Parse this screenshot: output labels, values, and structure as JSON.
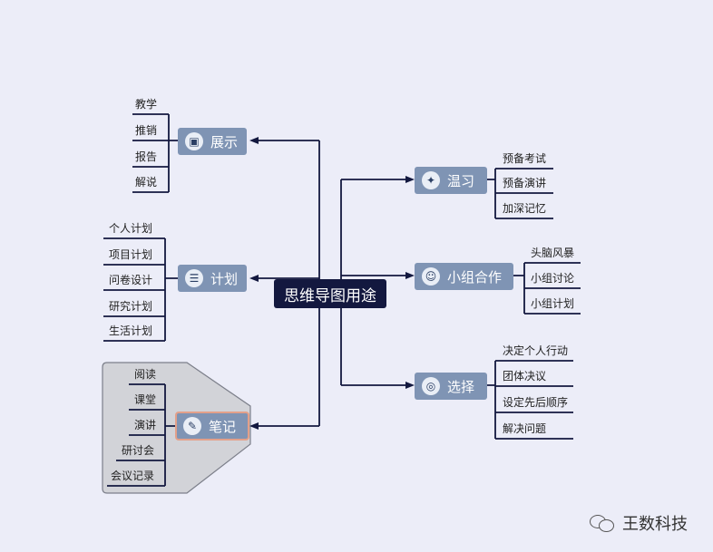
{
  "center": {
    "label": "思维导图用途"
  },
  "branches": {
    "display": {
      "label": "展示",
      "icon": "presentation-icon",
      "leaves": [
        "教学",
        "推销",
        "报告",
        "解说"
      ]
    },
    "plan": {
      "label": "计划",
      "icon": "checklist-icon",
      "leaves": [
        "个人计划",
        "项目计划",
        "问卷设计",
        "研究计划",
        "生活计划"
      ]
    },
    "notes": {
      "label": "笔记",
      "icon": "notebook-icon",
      "leaves": [
        "阅读",
        "课堂",
        "演讲",
        "研讨会",
        "会议记录"
      ]
    },
    "review": {
      "label": "温习",
      "icon": "brain-icon",
      "leaves": [
        "预备考试",
        "预备演讲",
        "加深记忆"
      ]
    },
    "group": {
      "label": "小组合作",
      "icon": "teamwork-icon",
      "leaves": [
        "头脑风暴",
        "小组讨论",
        "小组计划"
      ]
    },
    "choice": {
      "label": "选择",
      "icon": "target-icon",
      "leaves": [
        "决定个人行动",
        "团体决议",
        "设定先后顺序",
        "解决问题"
      ]
    }
  },
  "watermark": {
    "text": "王数科技",
    "icon": "wechat-icon"
  },
  "colors": {
    "center": "#13183f",
    "node": "#7f94b4",
    "line": "#13183f",
    "callout": "#d3d4d9",
    "selected_border": "#e3a08a"
  }
}
